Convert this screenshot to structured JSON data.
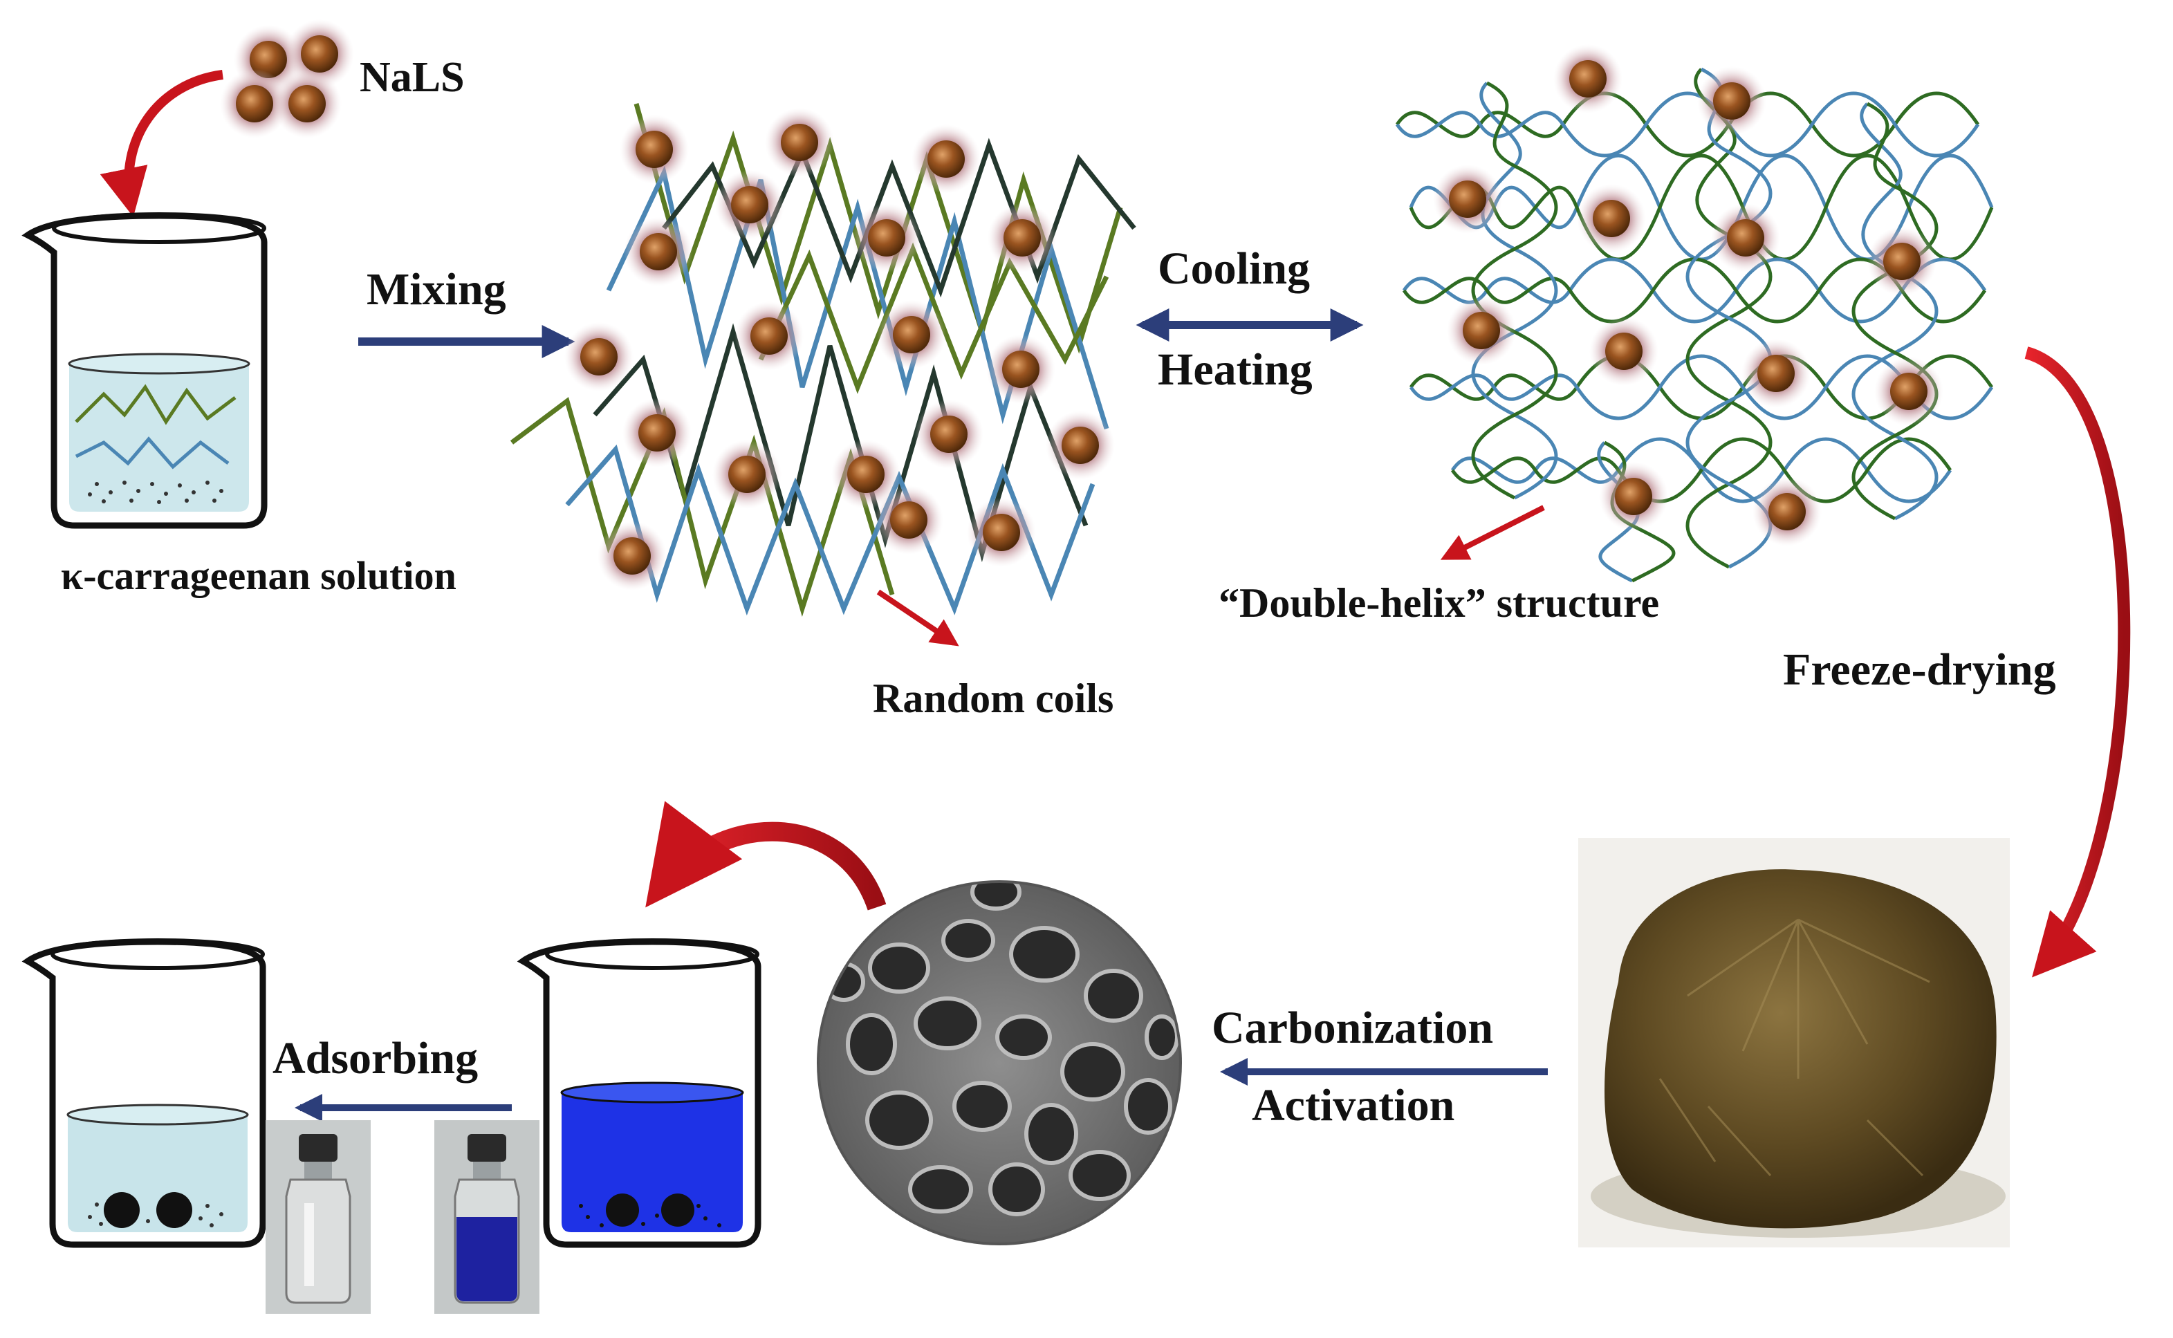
{
  "labels": {
    "nals": "NaLS",
    "solution": "κ-carrageenan solution",
    "mixing": "Mixing",
    "cooling": "Cooling",
    "heating": "Heating",
    "random_coils": "Random coils",
    "double_helix": "“Double-helix” structure",
    "freeze_drying": "Freeze-drying",
    "carbonization": "Carbonization",
    "activation": "Activation",
    "adsorbing": "Adsorbing"
  },
  "colors": {
    "arrow_blue": "#2c3e7a",
    "arrow_red": "#c8141c",
    "particle": "#8a4a1c",
    "coil_green": "#5a7a22",
    "coil_blue": "#4a86b4",
    "coil_dark": "#24382e",
    "dye_blue": "#1e32e6",
    "clear_water": "#c8e4ea"
  },
  "icons": {
    "beaker": "beaker-icon",
    "particle": "nals-particle-icon",
    "aerogel": "aerogel-photo",
    "sem": "sem-micrograph",
    "vial": "vial-photo"
  }
}
